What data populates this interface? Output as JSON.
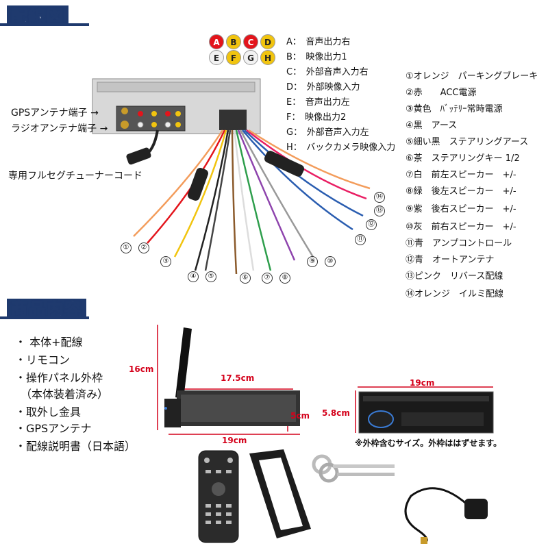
{
  "section1": {
    "title": "配線図"
  },
  "rca_plugs": [
    {
      "letter": "A",
      "color": "#e3141b"
    },
    {
      "letter": "B",
      "color": "#f1c40f"
    },
    {
      "letter": "C",
      "color": "#e3141b"
    },
    {
      "letter": "D",
      "color": "#f1c40f"
    },
    {
      "letter": "E",
      "color": "#f2f2f2"
    },
    {
      "letter": "F",
      "color": "#f1c40f"
    },
    {
      "letter": "G",
      "color": "#f2f2f2"
    },
    {
      "letter": "H",
      "color": "#f1c40f"
    }
  ],
  "plug_list": [
    "A：　音声出力右",
    "B：　映像出力1",
    "C：　外部音声入力右",
    "D：　外部映像入力",
    "E：　音声出力左",
    "F：　映像出力2",
    "G：　外部音声入力左",
    "H：　バックカメラ映像入力"
  ],
  "wire_list": [
    "①オレンジ　パーキングブレーキ",
    "②赤　　ACC電源",
    "③黄色　ﾊﾞｯﾃﾘｰ常時電源",
    "④黒　アース",
    "⑤細い黒　ステアリングアース",
    "⑥茶　ステアリングキー 1/2",
    "⑦白　前左スピーカー　+/-",
    "⑧緑　後左スピーカー　+/-",
    "⑨紫　後右スピーカー　+/-",
    "⑩灰　前右スピーカー　+/-",
    "⑪青　アンプコントロール",
    "⑫青　オートアンテナ",
    "⑬ピンク　リバース配線",
    "⑭オレンジ　イルミ配線"
  ],
  "diagram_labels": {
    "gps": "GPSアンテナ端子 →",
    "radio": "ラジオアンテナ端子 →",
    "tuner": "専用フルセグチューナーコード"
  },
  "wire_numbers": [
    "①",
    "②",
    "③",
    "④",
    "⑤",
    "⑥",
    "⑦",
    "⑧",
    "⑨",
    "⑩",
    "⑪",
    "⑫",
    "⑬",
    "⑭"
  ],
  "section2": {
    "title": "商品内容"
  },
  "contents": [
    "・ 本体+配線",
    "・リモコン",
    "・操作パネル外枠",
    "　（本体装着済み）",
    "・取外し金具",
    "・GPSアンテナ",
    "・配線説明書（日本語）"
  ],
  "dimensions": {
    "height": "16cm",
    "depth": "17.5cm",
    "unit_height": "5cm",
    "width_side": "19cm",
    "width_front": "19cm",
    "front_height": "5.8cm",
    "note": "※外枠含むサイズ。外枠ははずせます。"
  },
  "colors": {
    "header": "#1f3a6e",
    "dimension": "#d4001a"
  }
}
